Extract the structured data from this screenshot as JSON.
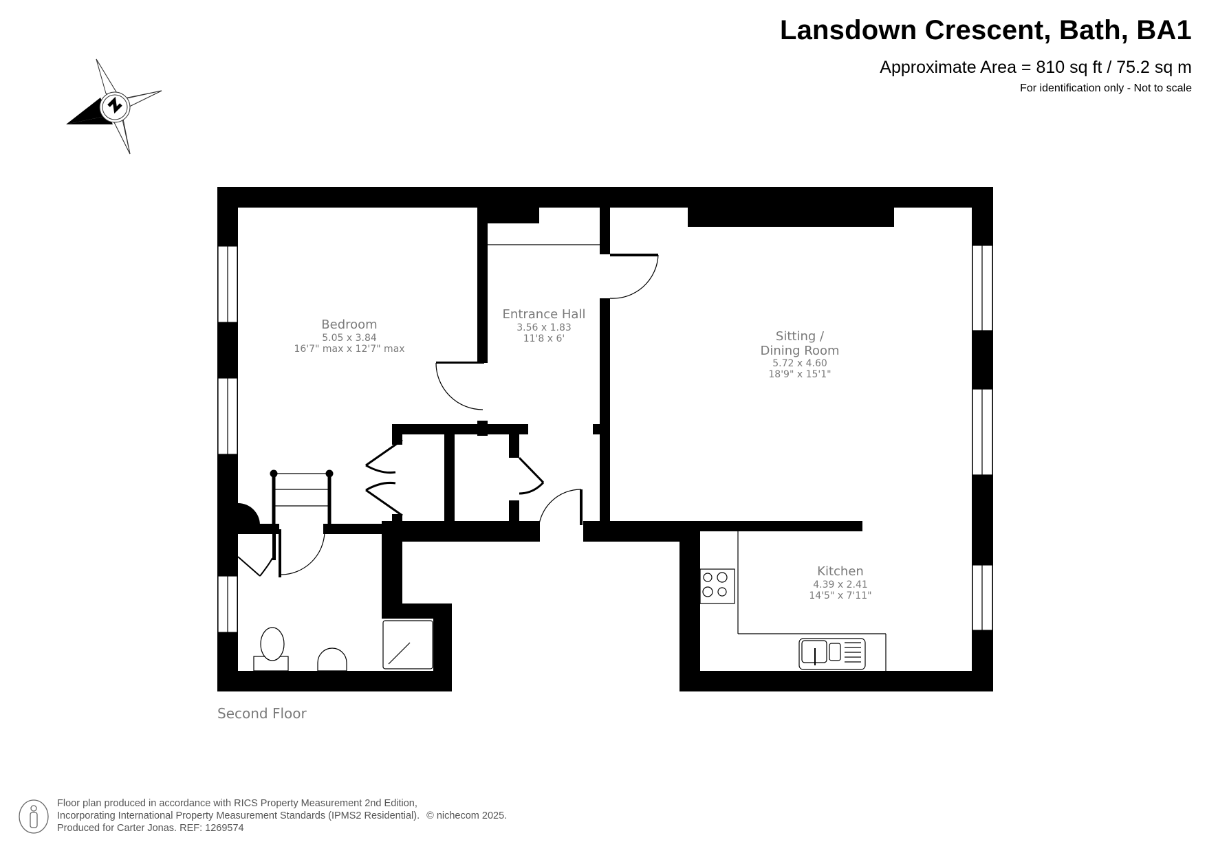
{
  "header": {
    "title": "Lansdown Crescent, Bath, BA1",
    "area": "Approximate Area = 810 sq ft / 75.2 sq m",
    "disclaimer": "For identification only - Not to scale"
  },
  "compass": {
    "icon": "north-compass-icon",
    "label": "N"
  },
  "floor": {
    "label": "Second Floor"
  },
  "rooms": [
    {
      "id": "bedroom",
      "name": "Bedroom",
      "metric": "5.05 x 3.84",
      "imperial": "16'7\" max x 12'7\" max"
    },
    {
      "id": "entrance-hall",
      "name": "Entrance Hall",
      "metric": "3.56 x 1.83",
      "imperial": "11'8 x 6'"
    },
    {
      "id": "sitting-dining",
      "name_line1": "Sitting /",
      "name_line2": "Dining Room",
      "metric": "5.72 x 4.60",
      "imperial": "18'9\" x 15'1\""
    },
    {
      "id": "kitchen",
      "name": "Kitchen",
      "metric": "4.39 x 2.41",
      "imperial": "14'5\" x 7'11\""
    }
  ],
  "fixtures": [
    "staircase",
    "toilet",
    "wash-basin",
    "shower-tray",
    "hob",
    "sink",
    "cupboards"
  ],
  "footer": {
    "icon": "person-info-icon",
    "line1": "Floor plan produced in accordance with RICS Property Measurement 2nd Edition,",
    "line2": "Incorporating International Property Measurement Standards (IPMS2 Residential).",
    "copyright": "© nichecom 2025.",
    "line3": "Produced for Carter Jonas.   REF: 1269574"
  },
  "colors": {
    "wall": "#000000",
    "label": "#7a7a7a",
    "background": "#ffffff"
  }
}
